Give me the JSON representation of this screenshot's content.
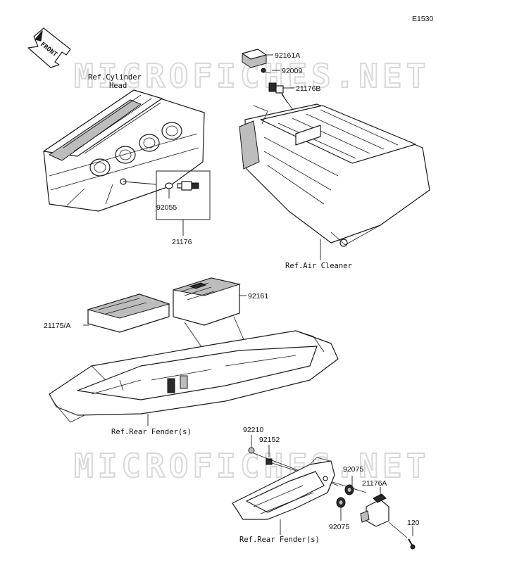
{
  "diagram_code": "E1530",
  "front_arrow_label": "FRONT",
  "watermark": "MICROFICHES.NET",
  "references": {
    "cylinder_head_line1": "Ref.Cylinder",
    "cylinder_head_line2": "Head",
    "air_cleaner": "Ref.Air Cleaner",
    "rear_fender_1": "Ref.Rear Fender(s)",
    "rear_fender_2": "Ref.Rear Fender(s)"
  },
  "parts": {
    "p92161A": "92161A",
    "p92009": "92009",
    "p21176B": "21176B",
    "p92055": "92055",
    "p21176": "21176",
    "p92161": "92161",
    "p21175A": "21175/A",
    "p92210": "92210",
    "p92152": "92152",
    "p92075a": "92075",
    "p21176A": "21176A",
    "p92075b": "92075",
    "p120": "120"
  }
}
